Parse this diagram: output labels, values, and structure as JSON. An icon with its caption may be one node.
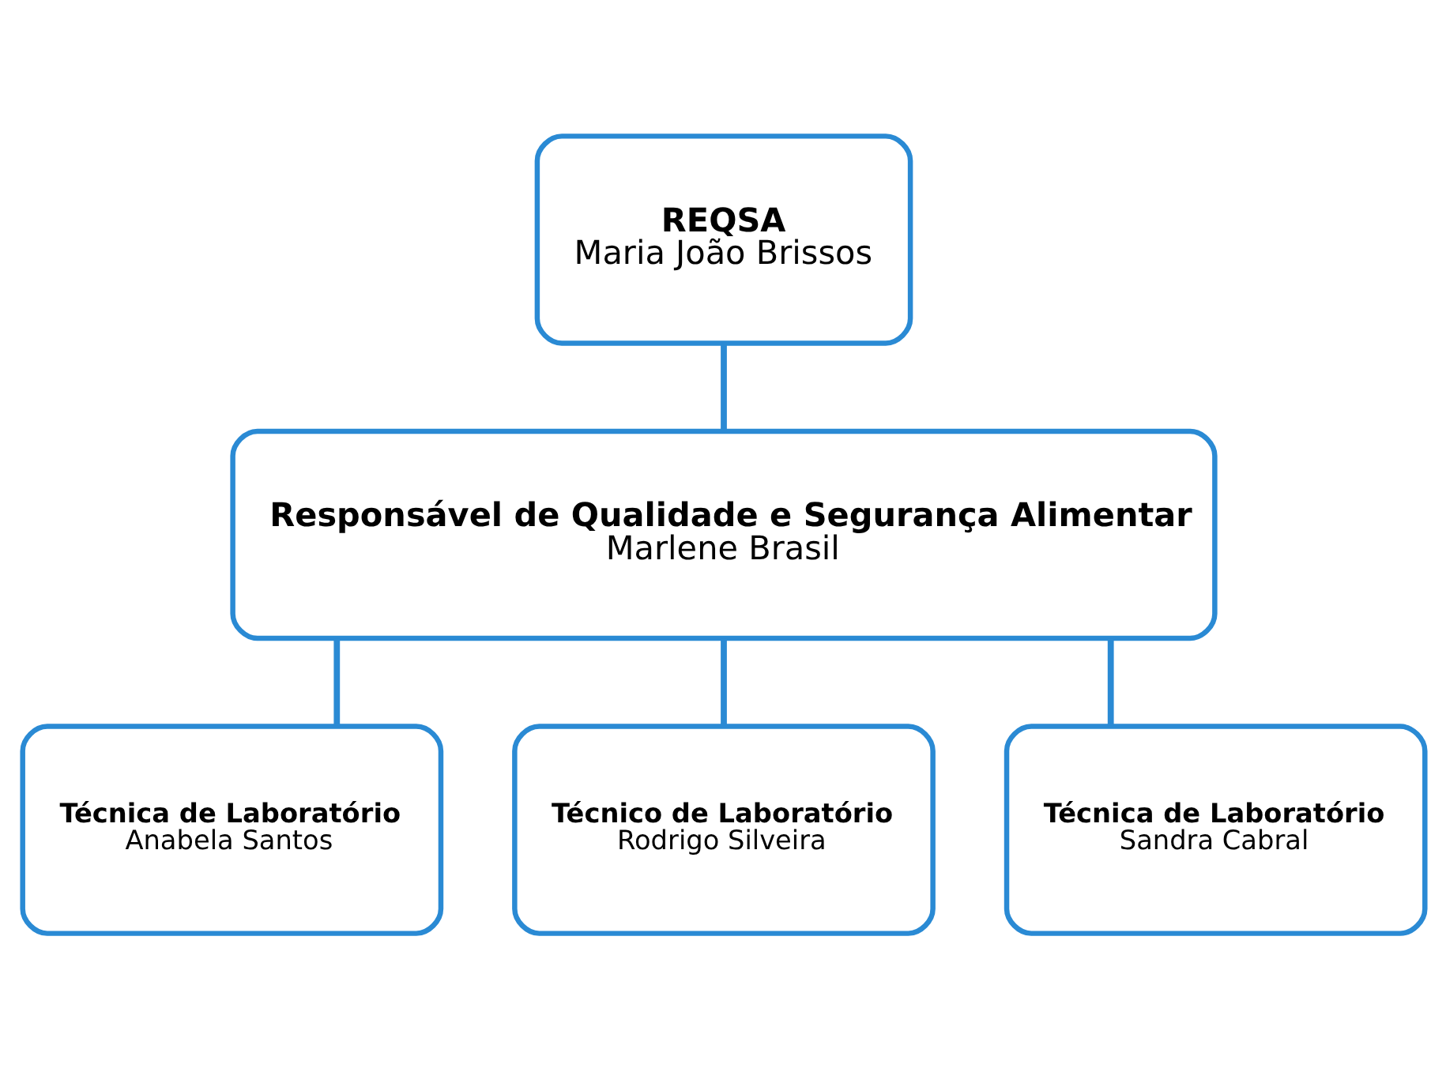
{
  "diagram": {
    "nodes": [
      {
        "text": [
          "REQSA",
          "Maria João Brissos"
        ]
      },
      {
        "text": [
          "Responsável de Qualidade e Segurança Alimentar",
          "Marlene Brasil"
        ]
      },
      {
        "text": [
          "Técnica de Laboratório",
          "Anabela Santos"
        ]
      },
      {
        "text": [
          "Técnico de Laboratório",
          "Rodrigo Silveira"
        ]
      },
      {
        "text": [
          "Técnica de Laboratório",
          "Sandra Cabral"
        ]
      }
    ],
    "edges": [
      {
        "from": 0,
        "to": 1,
        "arrow": "none"
      },
      {
        "from": 1,
        "to": 2,
        "arrow": "none"
      },
      {
        "from": 1,
        "to": 3,
        "arrow": "none"
      },
      {
        "from": 1,
        "to": 4,
        "arrow": "none"
      }
    ]
  }
}
